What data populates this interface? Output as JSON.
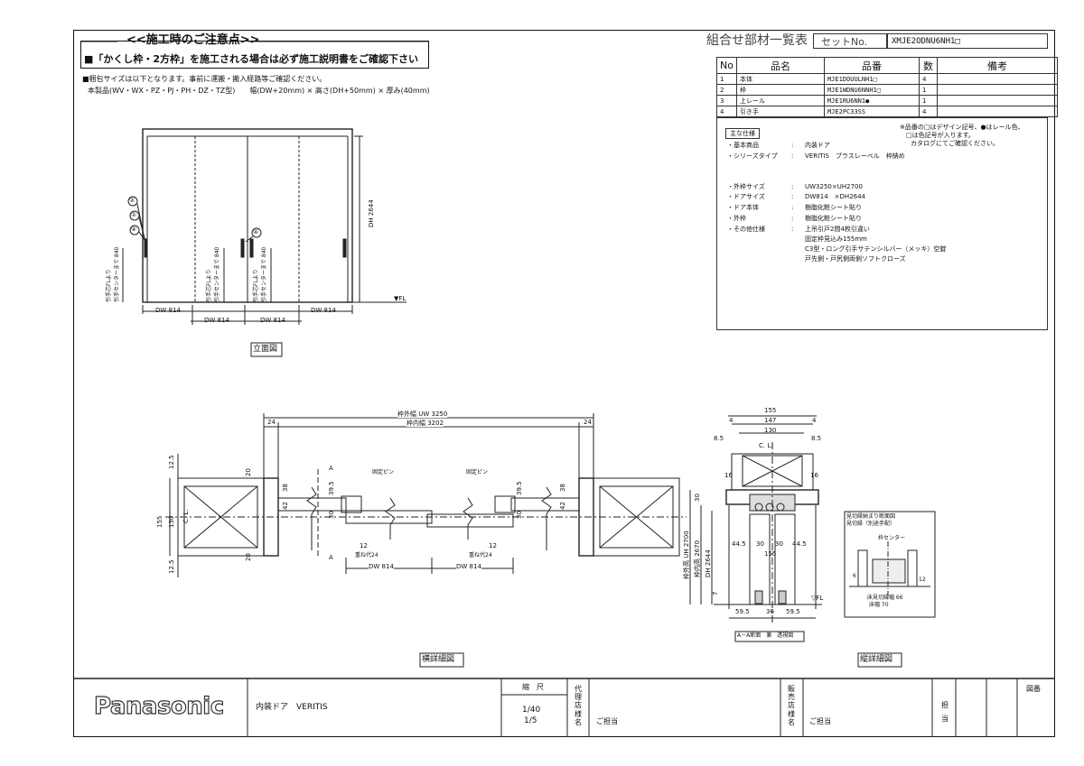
{
  "notice": {
    "title": "<<施工時のご注意点>>",
    "headline": "■「かくし枠・2方枠」を施工される場合は必ず施工説明書をご確認下さい",
    "pkg_line1": "■梱包サイズは以下となります。事前に運搬・搬入経路等ご確認ください。",
    "pkg_line2": "本製品(WV・WX・PZ・PJ・PH・DZ・TZ型)　　幅(DW+20mm) × 高さ(DH+50mm) × 厚み(40mm)"
  },
  "parts_header": {
    "title": "組合せ部材一覧表",
    "set_label": "セットNo.",
    "set_no": "XMJE2ODNU6NH1□"
  },
  "parts_table": {
    "columns": [
      "No",
      "品名",
      "品番",
      "数",
      "備考"
    ],
    "rows": [
      {
        "no": "1",
        "name": "本体",
        "code": "MJE1DOUULNH1□",
        "qty": "4"
      },
      {
        "no": "2",
        "name": "枠",
        "code": "MJE1WDNU6NNH1□",
        "qty": "1"
      },
      {
        "no": "3",
        "name": "上レール",
        "code": "MJE1RU6NN1●",
        "qty": "1"
      },
      {
        "no": "4",
        "name": "引き手",
        "code": "MJE2PC33SS",
        "qty": "4"
      }
    ]
  },
  "spec": {
    "note1": "※品番の□はデザイン記号、●はレール色、",
    "note2": "□は色記号が入ります。",
    "note3": "カタログにてご確認ください。",
    "label": "主な仕様",
    "items": [
      {
        "k": "・基本商品",
        "v": "内装ドア"
      },
      {
        "k": "・シリーズタイプ",
        "v": "VERITIS　プラスレーベル　枠納め"
      },
      {
        "k": "・外枠サイズ",
        "v": "UW3250×UH2700"
      },
      {
        "k": "・ドアサイズ",
        "v": "DW814　×DH2644"
      },
      {
        "k": "・ドア本体",
        "v": "樹脂化粧シート貼り"
      },
      {
        "k": "・外枠",
        "v": "樹脂化粧シート貼り"
      },
      {
        "k": "・その他仕様",
        "v": "上吊引戸2間4枚引違い"
      }
    ],
    "extra": [
      "固定枠見込み155mm",
      "C3型・ロング引手サテンシルバー（メッキ）空錠",
      "戸先側・戸尻側両側ソフトクローズ"
    ]
  },
  "elevation": {
    "caption": "立面図",
    "dh": "DH 2644",
    "fl": "▼FL",
    "dw": [
      "DW 814",
      "DW 814",
      "DW 814",
      "DW 814"
    ],
    "handle_note_a": "引手芯FLより",
    "handle_note_b": "引手センターまで 840",
    "callouts": [
      "②",
      "①",
      "④",
      "④"
    ]
  },
  "plan": {
    "caption": "横詳細図",
    "uw": "枠外幅 UW 3250",
    "inner": "枠内幅 3202",
    "dim24": "24",
    "fixpin": "固定ピン",
    "cl": "C. L.",
    "dims_left": [
      "155",
      "130",
      "12.5",
      "12.5",
      "20",
      "20"
    ],
    "dims_door": [
      "38",
      "42",
      "30",
      "39.5",
      "12"
    ],
    "overlap": "重ね代24",
    "dw": "DW 814",
    "a": "A"
  },
  "section": {
    "caption": "縦詳細図",
    "aa": "A－A断面　兼　透視図",
    "top": [
      "155",
      "147",
      "130",
      "8.5",
      "4",
      "16",
      "C. L."
    ],
    "mid": [
      "44.5",
      "30",
      "30",
      "44.5",
      "155"
    ],
    "bottom": [
      "59.5",
      "36",
      "59.5"
    ],
    "vert": [
      "枠外高 UH 2700",
      "枠内高 2670",
      "DH 2644",
      "30",
      "7"
    ],
    "fl": "▽FL",
    "detail_title": "見切縁納まり断面図",
    "detail_sub": "見切縁（別途手配）",
    "detail_cl": "枠センター",
    "detail_dims": [
      "床見切縁幅 66",
      "床幅 70",
      "6",
      "12"
    ]
  },
  "titleblock": {
    "brand": "Panasonic",
    "product": "内装ドア　VERITIS",
    "scale_label": "縮　尺",
    "scale": [
      "1/40",
      "1/5"
    ],
    "agent_label": "代理店様名",
    "agent_value": "ご担当",
    "seller_label": "販売店様名",
    "seller_value": "ご担当",
    "staff_label": "担当",
    "drawing_no": "図番"
  }
}
